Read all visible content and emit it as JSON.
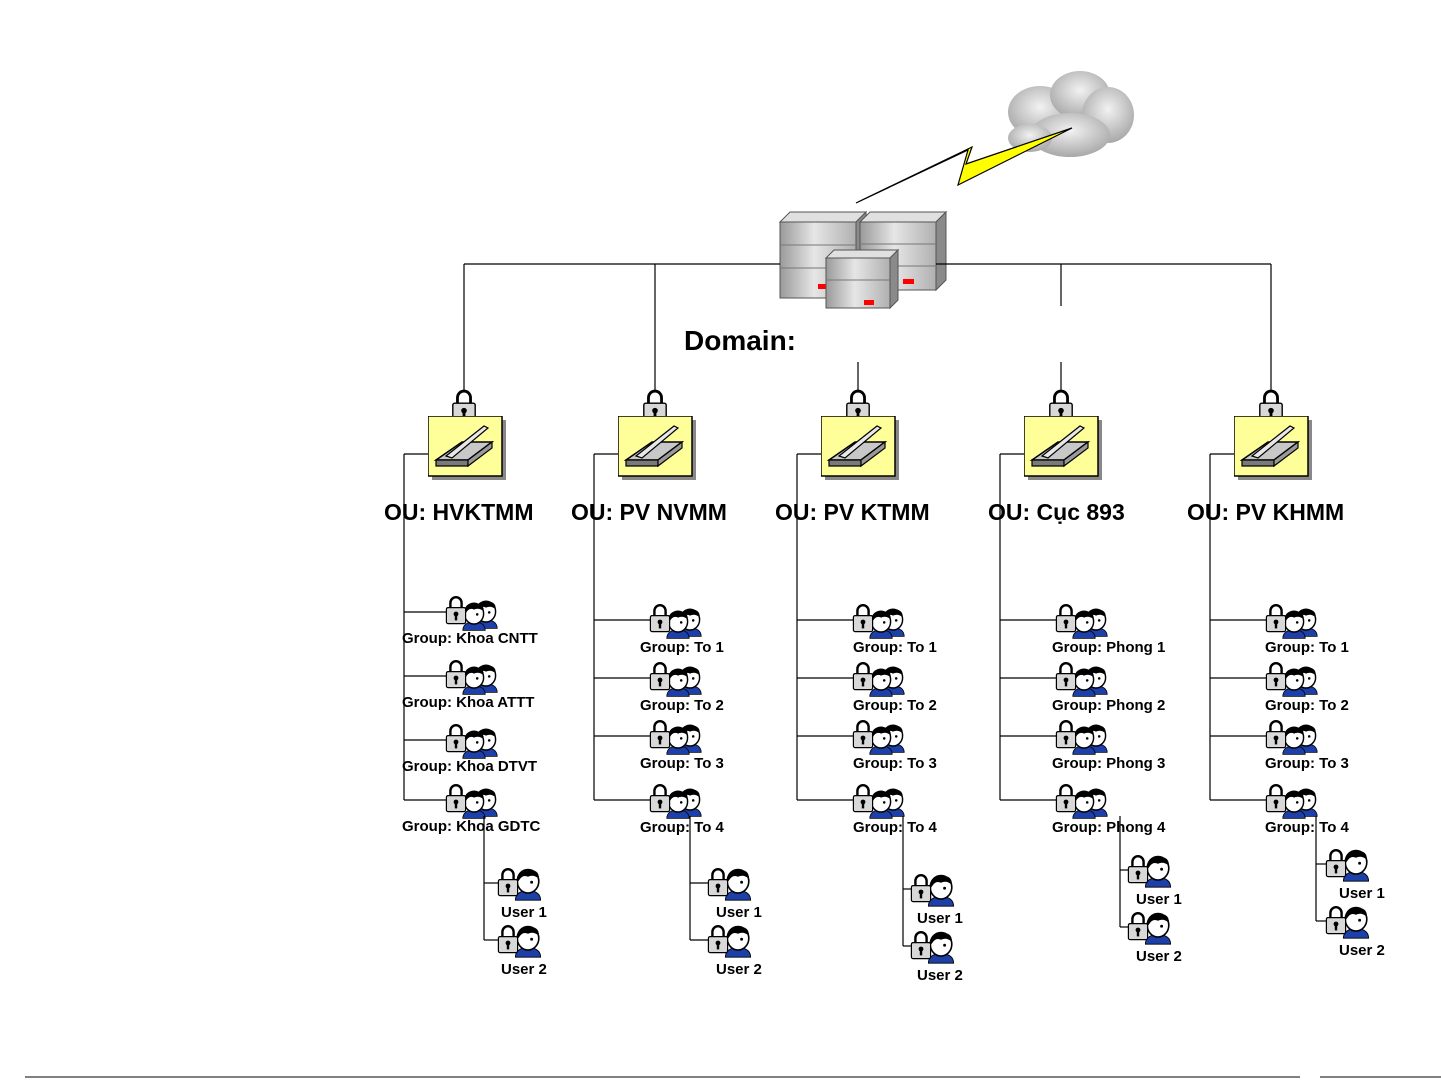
{
  "domain": {
    "label": "Domain:"
  },
  "ous": [
    {
      "label": "OU: HVKTMM",
      "groups": [
        "Group: Khoa CNTT",
        "Group: Khoa ATTT",
        "Group: Khoa DTVT",
        "Group: Khoa GDTC"
      ],
      "users": [
        "User 1",
        "User 2"
      ]
    },
    {
      "label": "OU: PV NVMM",
      "groups": [
        "Group: To 1",
        "Group: To 2",
        "Group: To 3",
        "Group: To 4"
      ],
      "users": [
        "User 1",
        "User 2"
      ]
    },
    {
      "label": "OU: PV KTMM",
      "groups": [
        "Group: To 1",
        "Group: To 2",
        "Group: To 3",
        "Group: To 4"
      ],
      "users": [
        "User 1",
        "User 2"
      ]
    },
    {
      "label": "OU: Cục 893",
      "groups": [
        "Group: Phong 1",
        "Group: Phong 2",
        "Group: Phong 3",
        "Group: Phong 4"
      ],
      "users": [
        "User 1",
        "User 2"
      ]
    },
    {
      "label": "OU: PV KHMM",
      "groups": [
        "Group: To 1",
        "Group: To 2",
        "Group: To 3",
        "Group: To 4"
      ],
      "users": [
        "User 1",
        "User 2"
      ]
    }
  ],
  "colors": {
    "ou_box": "#ffff99",
    "lightning": "#ffff00",
    "server": "#c0c0c0",
    "server_led": "#ff0000"
  },
  "icons": {
    "domain": "server-cluster-icon",
    "internet": "cloud-icon",
    "link": "lightning-icon",
    "ou": "ou-folder-icon",
    "lock": "padlock-icon",
    "group": "group-lock-icon",
    "user": "user-lock-icon"
  }
}
